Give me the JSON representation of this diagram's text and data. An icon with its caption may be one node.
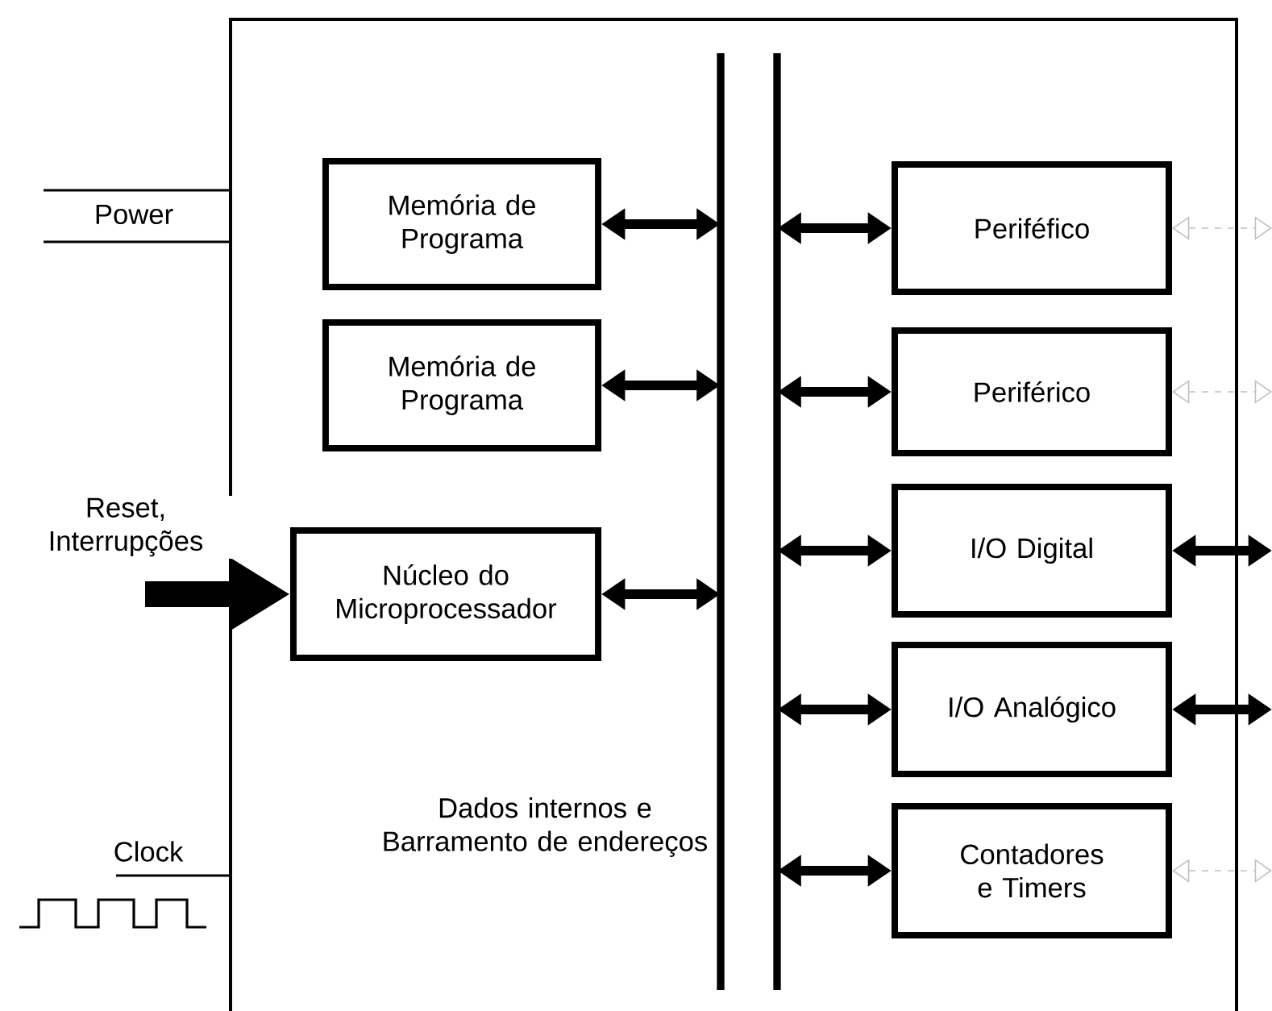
{
  "diagram": {
    "nodes": [
      {
        "text": [
          "Memória de Programa"
        ]
      },
      {
        "text": [
          "Memória de Programa"
        ]
      },
      {
        "text": [
          "Núcleo do Microprocessador"
        ]
      },
      {
        "text": [],
        "shape": "bar",
        "beside": [
          "Dados internos e Barramento de endereços"
        ]
      },
      {
        "text": [
          "Periféfico"
        ]
      },
      {
        "text": [
          "Periférico"
        ]
      },
      {
        "text": [
          "I/O Digital"
        ]
      },
      {
        "text": [
          "I/O Analógico"
        ]
      },
      {
        "text": [
          "Contadores e Timers"
        ]
      }
    ],
    "edges": [
      {
        "from": 0,
        "to": 3,
        "arrow": "both"
      },
      {
        "from": 1,
        "to": 3,
        "arrow": "both"
      },
      {
        "from": 2,
        "to": 3,
        "arrow": "both"
      },
      {
        "from": 3,
        "to": 4,
        "arrow": "both"
      },
      {
        "from": 3,
        "to": 5,
        "arrow": "both"
      },
      {
        "from": 3,
        "to": 6,
        "arrow": "both"
      },
      {
        "from": 3,
        "to": 7,
        "arrow": "both"
      },
      {
        "from": 3,
        "to": 8,
        "arrow": "both"
      },
      {
        "from": 4,
        "to": null,
        "arrow": "both",
        "style": "dashed",
        "color": "#c0c0c0"
      },
      {
        "from": 5,
        "to": null,
        "arrow": "both",
        "style": "dashed",
        "color": "#c0c0c0"
      },
      {
        "from": 6,
        "to": null,
        "arrow": "both"
      },
      {
        "from": 7,
        "to": null,
        "arrow": "both"
      },
      {
        "from": 8,
        "to": null,
        "arrow": "both",
        "style": "dashed",
        "color": "#c0c0c0"
      },
      {
        "from": null,
        "to": 2,
        "arrow": "to",
        "style": "thick",
        "label": "Reset, Interrupções"
      }
    ],
    "labels": [
      "Power",
      "Clock"
    ]
  }
}
